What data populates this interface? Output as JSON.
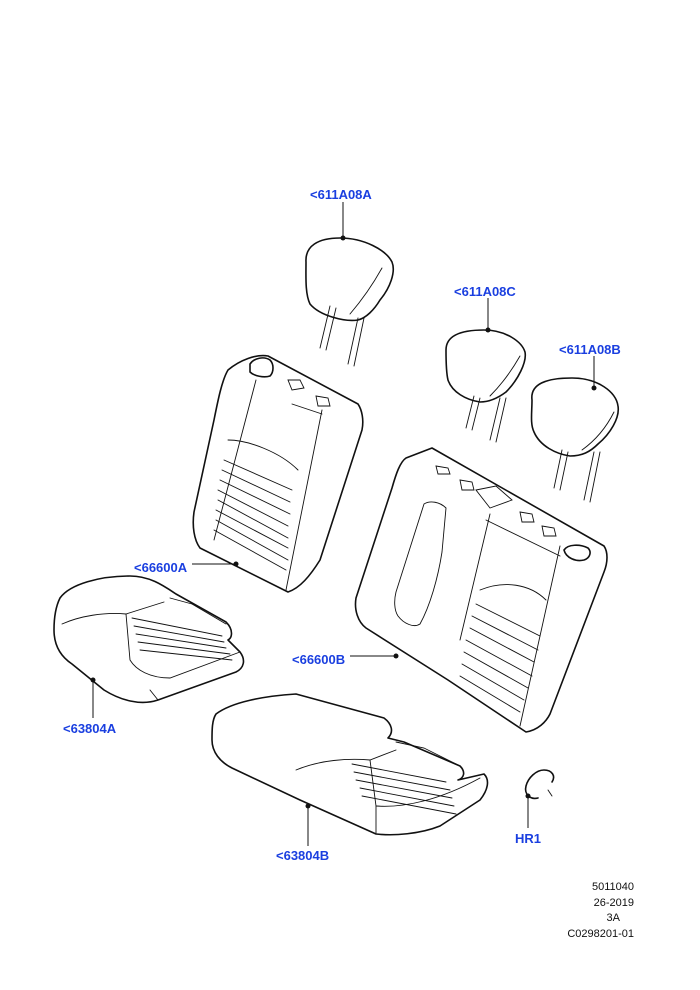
{
  "callouts": {
    "headrest_left": "<611A08A",
    "headrest_center": "<611A08C",
    "headrest_right": "<611A08B",
    "backrest_left": "<66600A",
    "backrest_right": "<66600B",
    "cushion_left": "<63804A",
    "cushion_right": "<63804B",
    "hog_ring": "HR1"
  },
  "meta": {
    "illustration_number": "5011040",
    "date_code": "26-2019",
    "revision": "3A",
    "part_code": "C0298201-01"
  },
  "colors": {
    "callout": "#1a3fe0",
    "line": "#111111"
  }
}
